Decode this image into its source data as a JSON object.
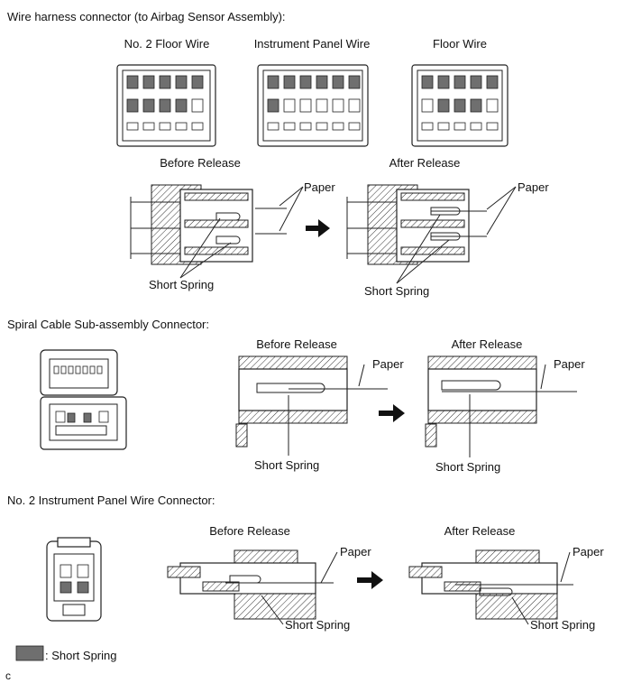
{
  "section_wire_harness": {
    "title": "Wire harness connector (to Airbag Sensor Assembly):",
    "connectors": [
      "No. 2 Floor Wire",
      "Instrument Panel Wire",
      "Floor Wire"
    ],
    "before": "Before Release",
    "after": "After Release",
    "paper": "Paper",
    "short_spring": "Short Spring"
  },
  "section_spiral": {
    "title": "Spiral Cable Sub-assembly Connector:",
    "before": "Before Release",
    "after": "After Release",
    "paper": "Paper",
    "short_spring": "Short Spring"
  },
  "section_ip2": {
    "title": "No. 2 Instrument Panel Wire Connector:",
    "before": "Before Release",
    "after": "After Release",
    "paper": "Paper",
    "short_spring": "Short Spring"
  },
  "legend": {
    "label": ": Short Spring",
    "swatch_color": "#6f6f6f"
  },
  "footer_code": "c"
}
